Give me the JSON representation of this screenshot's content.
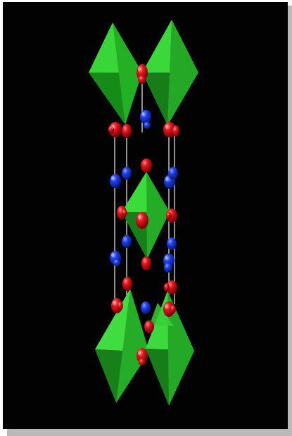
{
  "image": {
    "subject": "crystal-structure-model",
    "colors": {
      "background": "#020202",
      "frame": "#ffffff",
      "shadow": "#b9b9b9",
      "octahedron_light": "#39d63a",
      "octahedron_mid": "#25b625",
      "octahedron_dark": "#157f18",
      "atom_red": "#e2141b",
      "atom_red_highlight": "#ff8a8a",
      "atom_blue": "#1f3ff0",
      "atom_blue_highlight": "#8aa5ff",
      "bond": "#c9c9c9"
    },
    "counts": {
      "green_octahedra": 5,
      "red_atoms": 24,
      "blue_atoms": 13
    }
  }
}
